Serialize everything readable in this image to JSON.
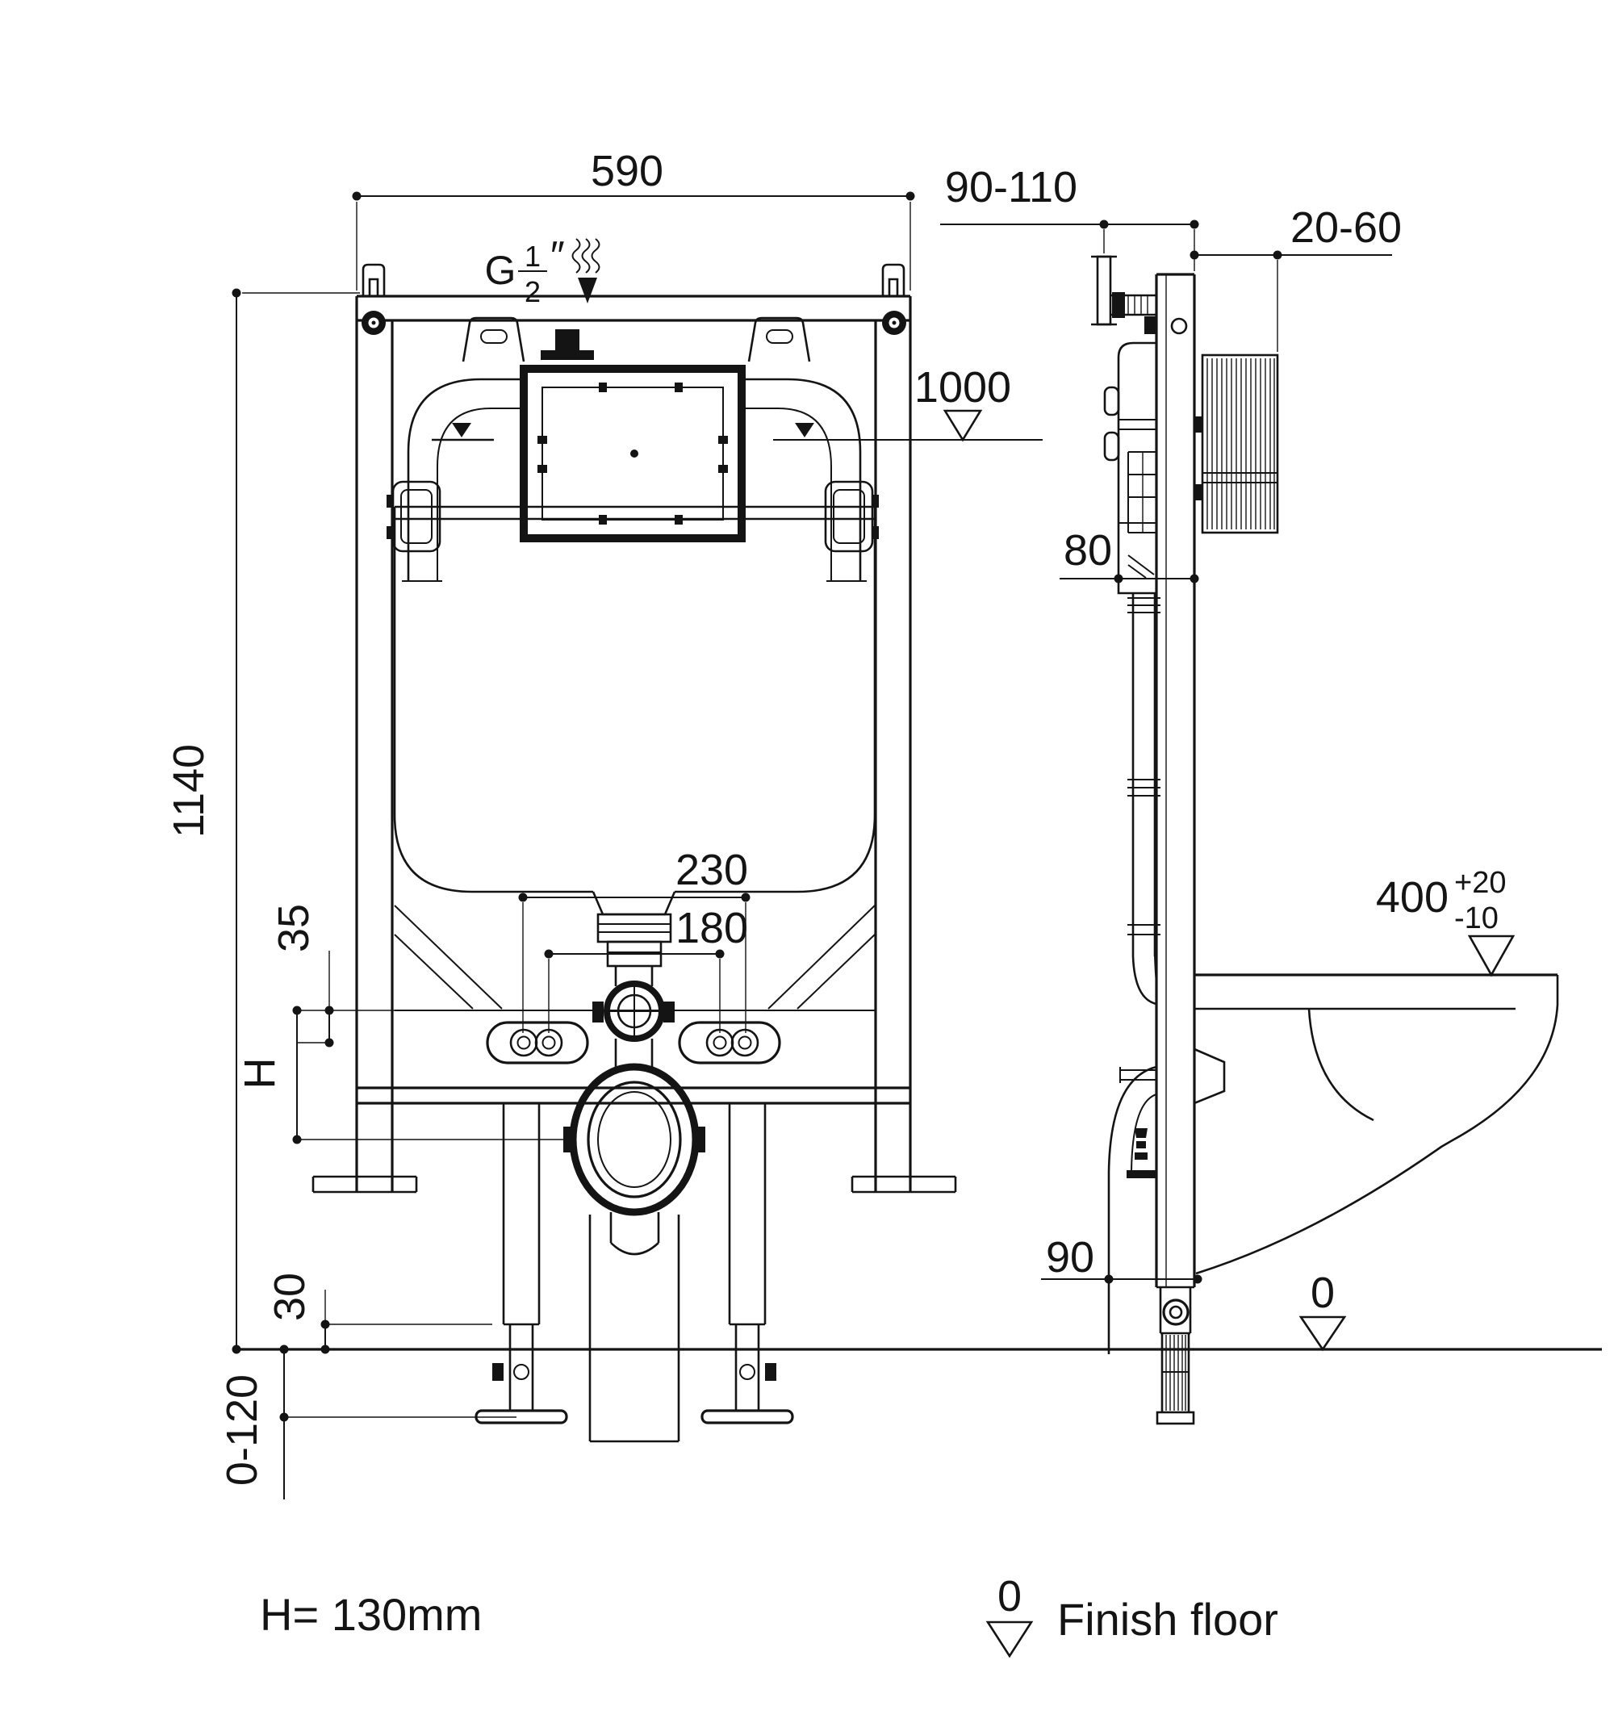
{
  "drawing": {
    "front_view": {
      "width": "590",
      "height": "1140",
      "inlet_g": "G",
      "inlet_num": "1",
      "inlet_den": "2",
      "inlet_inch": "″",
      "water_level": "1000",
      "drain_centers": "230",
      "fixing_centers": "180",
      "offset_35": "35",
      "h_ref": "H",
      "bottom_clearance": "30",
      "leg_adjust": "0-120"
    },
    "side_view": {
      "wall_distance": "90-110",
      "finish_thickness": "20-60",
      "tank_depth": "80",
      "bowl_height": "400",
      "bowl_tol_plus": "+20",
      "bowl_tol_minus": "-10",
      "outlet_height": "90",
      "floor_zero": "0"
    },
    "legend": {
      "h_value": "H= 130mm",
      "floor_zero": "0",
      "floor_label": "Finish floor"
    }
  }
}
